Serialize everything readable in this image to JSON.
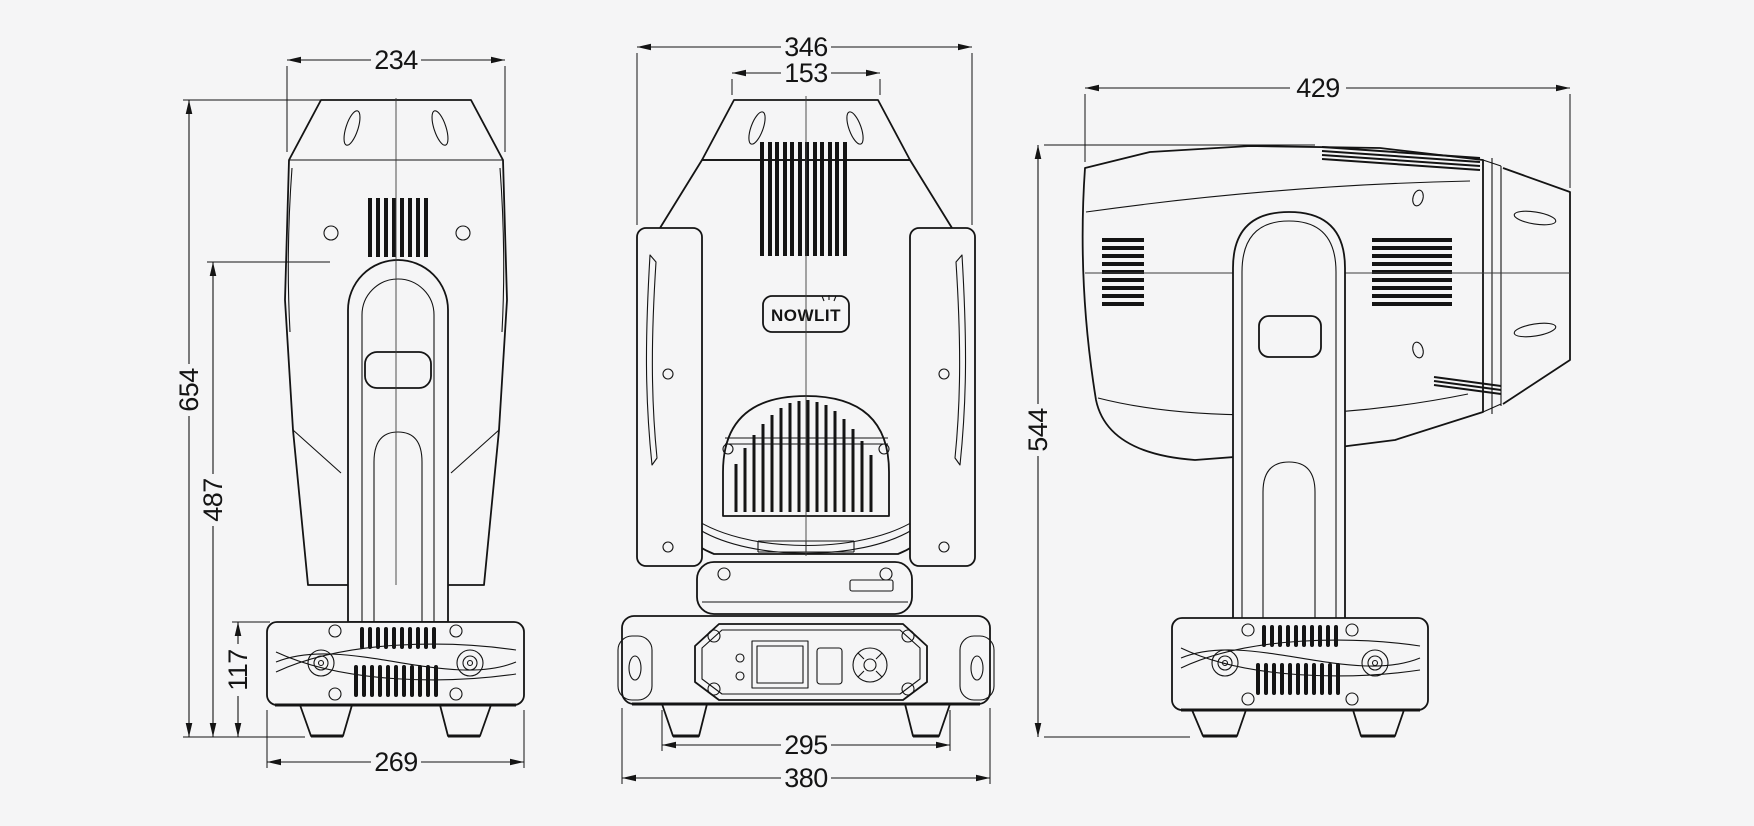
{
  "canvas": {
    "background": "#f5f5f6",
    "line_color": "#141414"
  },
  "logo": {
    "text": "NOWLIT"
  },
  "views": {
    "rear": {
      "dimensions": {
        "head_width": "234",
        "overall_height": "654",
        "yoke_height": "487",
        "base_height": "117",
        "base_depth": "269"
      }
    },
    "front": {
      "dimensions": {
        "yoke_span": "346",
        "head_top_width": "153",
        "feet_span": "295",
        "base_width": "380"
      }
    },
    "side": {
      "dimensions": {
        "head_length": "429",
        "overall_height": "544"
      }
    }
  }
}
